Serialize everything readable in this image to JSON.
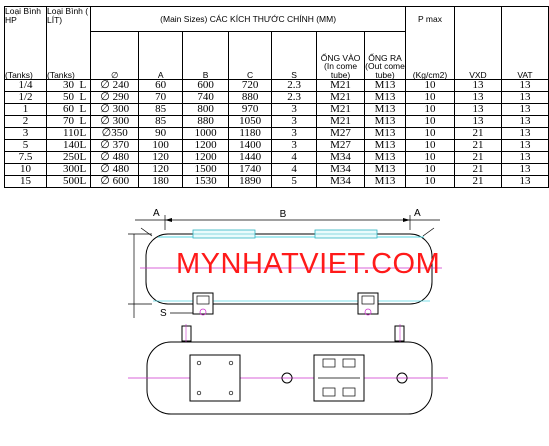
{
  "header": {
    "hp_label": "Loại Bình HP",
    "lit_label": "Loại Bình ( LÍT)",
    "main_sizes": "(Main Sizes) CÁC KÍCH THƯỚC CHÍNH (MM)",
    "pmax": "P max",
    "tanks1": "(Tanks)",
    "tanks2": "(Tanks)",
    "col_diam": "∅",
    "col_a": "A",
    "col_b": "B",
    "col_c": "C",
    "col_s": "S",
    "col_in": "ỐNG VÀO (In come tube)",
    "col_out": "ỐNG RA (Out come tube)",
    "col_pmax_unit": "(Kg/cm2)",
    "col_vxd": "VXD",
    "col_vat": "VAT"
  },
  "rows": [
    {
      "hp": "1/4",
      "lit": "30",
      "d": "∅ 240",
      "a": "60",
      "b": "600",
      "c": "720",
      "s": "2.3",
      "in": "M21",
      "out": "M13",
      "p": "10",
      "vxd": "13",
      "vat": "13"
    },
    {
      "hp": "1/2",
      "lit": "50",
      "d": "∅ 290",
      "a": "70",
      "b": "740",
      "c": "880",
      "s": "2.3",
      "in": "M21",
      "out": "M13",
      "p": "10",
      "vxd": "13",
      "vat": "13"
    },
    {
      "hp": "1",
      "lit": "60",
      "d": "∅ 300",
      "a": "85",
      "b": "800",
      "c": "970",
      "s": "3",
      "in": "M21",
      "out": "M13",
      "p": "10",
      "vxd": "13",
      "vat": "13"
    },
    {
      "hp": "2",
      "lit": "70",
      "d": "∅ 300",
      "a": "85",
      "b": "880",
      "c": "1050",
      "s": "3",
      "in": "M21",
      "out": "M13",
      "p": "10",
      "vxd": "13",
      "vat": "13"
    },
    {
      "hp": "3",
      "lit": "110",
      "d": "∅350",
      "a": "90",
      "b": "1000",
      "c": "1180",
      "s": "3",
      "in": "M27",
      "out": "M13",
      "p": "10",
      "vxd": "21",
      "vat": "13"
    },
    {
      "hp": "5",
      "lit": "140",
      "d": "∅ 370",
      "a": "100",
      "b": "1200",
      "c": "1400",
      "s": "3",
      "in": "M27",
      "out": "M13",
      "p": "10",
      "vxd": "21",
      "vat": "13"
    },
    {
      "hp": "7.5",
      "lit": "250",
      "d": "∅ 480",
      "a": "120",
      "b": "1200",
      "c": "1440",
      "s": "4",
      "in": "M34",
      "out": "M13",
      "p": "10",
      "vxd": "21",
      "vat": "13"
    },
    {
      "hp": "10",
      "lit": "300",
      "d": "∅ 480",
      "a": "120",
      "b": "1500",
      "c": "1740",
      "s": "4",
      "in": "M34",
      "out": "M13",
      "p": "10",
      "vxd": "21",
      "vat": "13"
    },
    {
      "hp": "15",
      "lit": "500",
      "d": "∅ 600",
      "a": "180",
      "b": "1530",
      "c": "1890",
      "s": "5",
      "in": "M34",
      "out": "M13",
      "p": "10",
      "vxd": "21",
      "vat": "13"
    }
  ],
  "unit_l": "L",
  "drawing": {
    "label_a_left": "A",
    "label_b": "B",
    "label_a_right": "A",
    "label_s": "S"
  },
  "watermark": "MYNHATVIET.COM"
}
